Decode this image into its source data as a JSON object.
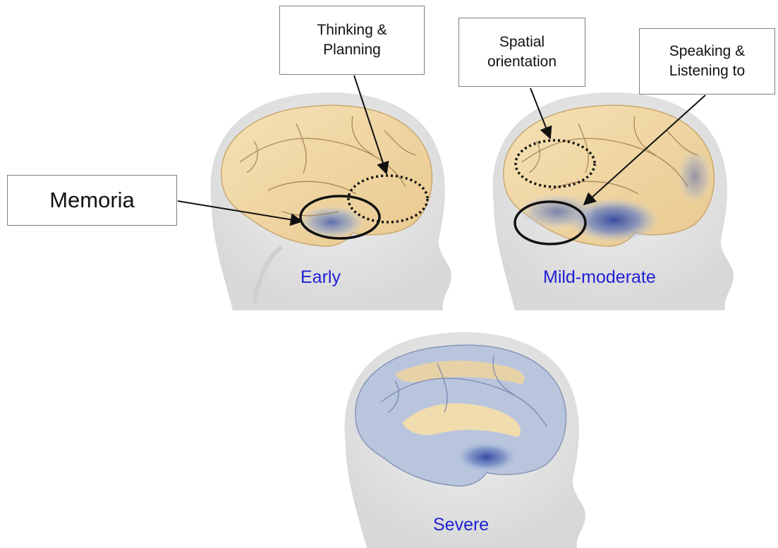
{
  "callouts": {
    "memory": "Memoria",
    "thinking": "Thinking &\nPlanning",
    "spatial": "Spatial\norientation",
    "speaking": "Speaking &\nListening to"
  },
  "stages": {
    "early": "Early",
    "mild_moderate": "Mild-moderate",
    "severe": "Severe"
  },
  "colors": {
    "stage_label": "#1f1fd6",
    "brain_tissue": "#f2d9a6",
    "affected_tissue": "#5a6fb0",
    "head_silhouette": "#e3e3e3",
    "box_border": "#7f7f7f"
  }
}
